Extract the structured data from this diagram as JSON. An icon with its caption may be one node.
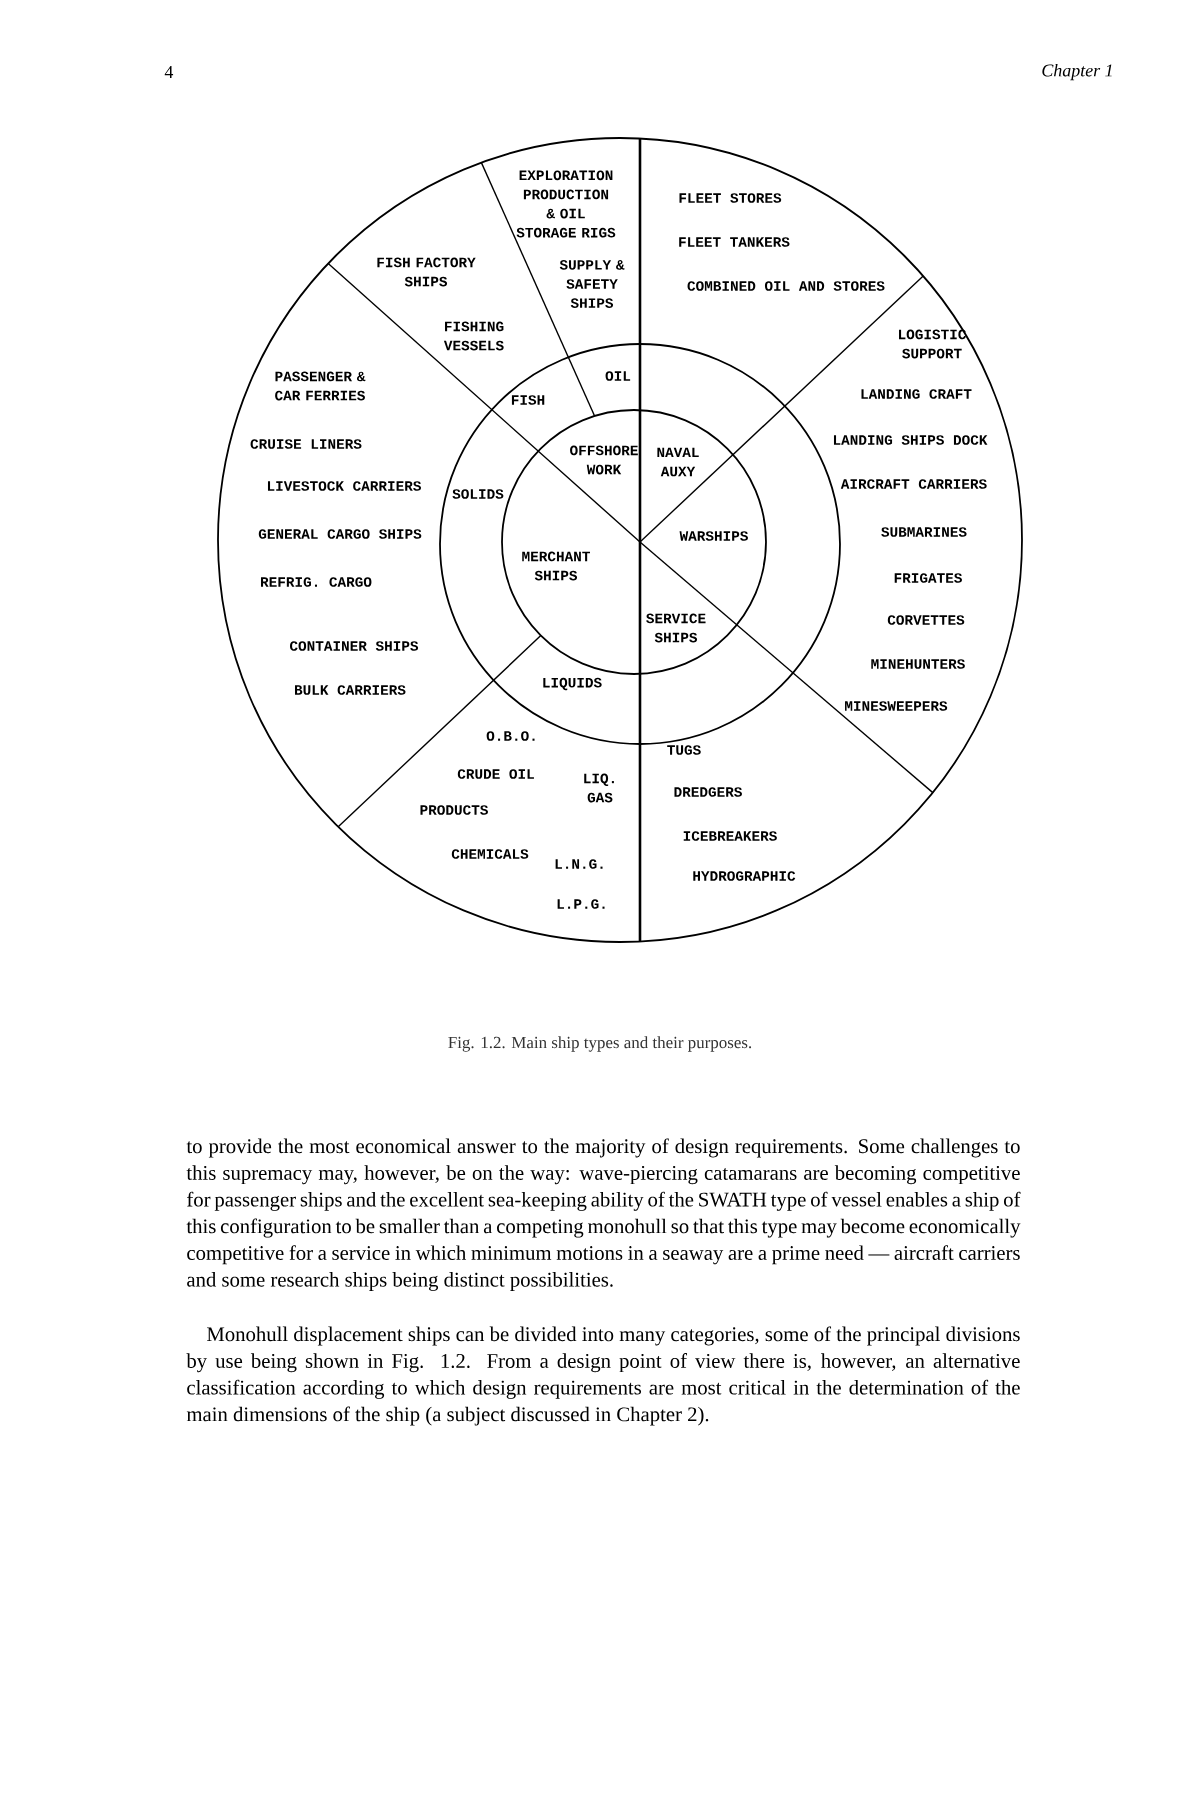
{
  "diagram": {
    "caption": "Fig. 1.2. Main ship types and their purposes.",
    "labels": [
      "4",
      "Chapter 1",
      "EXPLORATION PRODUCTION & OIL STORAGE RIGS",
      "SUPPLY & SAFETY SHIPS",
      "FISH FACTORY SHIPS",
      "FISHING VESSELS",
      "PASSENGER & CAR FERRIES",
      "CRUISE LINERS",
      "LIVESTOCK CARRIERS",
      "GENERAL CARGO SHIPS",
      "REFRIG. CARGO",
      "CONTAINER SHIPS",
      "BULK CARRIERS",
      "O.B.O.",
      "CRUDE OIL",
      "LIQ. GAS",
      "PRODUCTS",
      "CHEMICALS",
      "L.N.G.",
      "L.P.G.",
      "OIL",
      "FISH",
      "SOLIDS",
      "OFFSHORE WORK",
      "MERCHANT SHIPS",
      "LIQUIDS",
      "NAVAL AUXY",
      "WARSHIPS",
      "SERVICE SHIPS",
      "FLEET STORES",
      "FLEET TANKERS",
      "COMBINED OIL AND STORES",
      "LOGISTIC SUPPORT",
      "LANDING CRAFT",
      "LANDING SHIPS DOCK",
      "AIRCRAFT CARRIERS",
      "SUBMARINES",
      "FRIGATES",
      "CORVETTES",
      "MINEHUNTERS",
      "MINESWEEPERS",
      "TUGS",
      "DREDGERS",
      "ICEBREAKERS",
      "HYDROGRAPHIC",
      "to provide the most economical answer to the majority of design requirements. Some challenges to this supremacy may, however, be on the way: wave-piercing catamarans are becoming competitive for passenger ships and the excellent sea-keeping ability of the SWATH type of vessel enables a ship of this configuration to be smaller than a competing monohull so that this type may become economically competitive for a service in which minimum motions in a seaway are a prime need — aircraft carriers and some research ships being distinct possibilities.",
      "Monohull displacement ships can be divided into many categories, some of the principal divisions by use being shown in Fig. 1.2. From a design point of view there is, however, an alternative classification according to which design requirements are most critical in the determination of the main dimensions of the ship (a subject discussed in Chapter 2)."
    ]
  }
}
